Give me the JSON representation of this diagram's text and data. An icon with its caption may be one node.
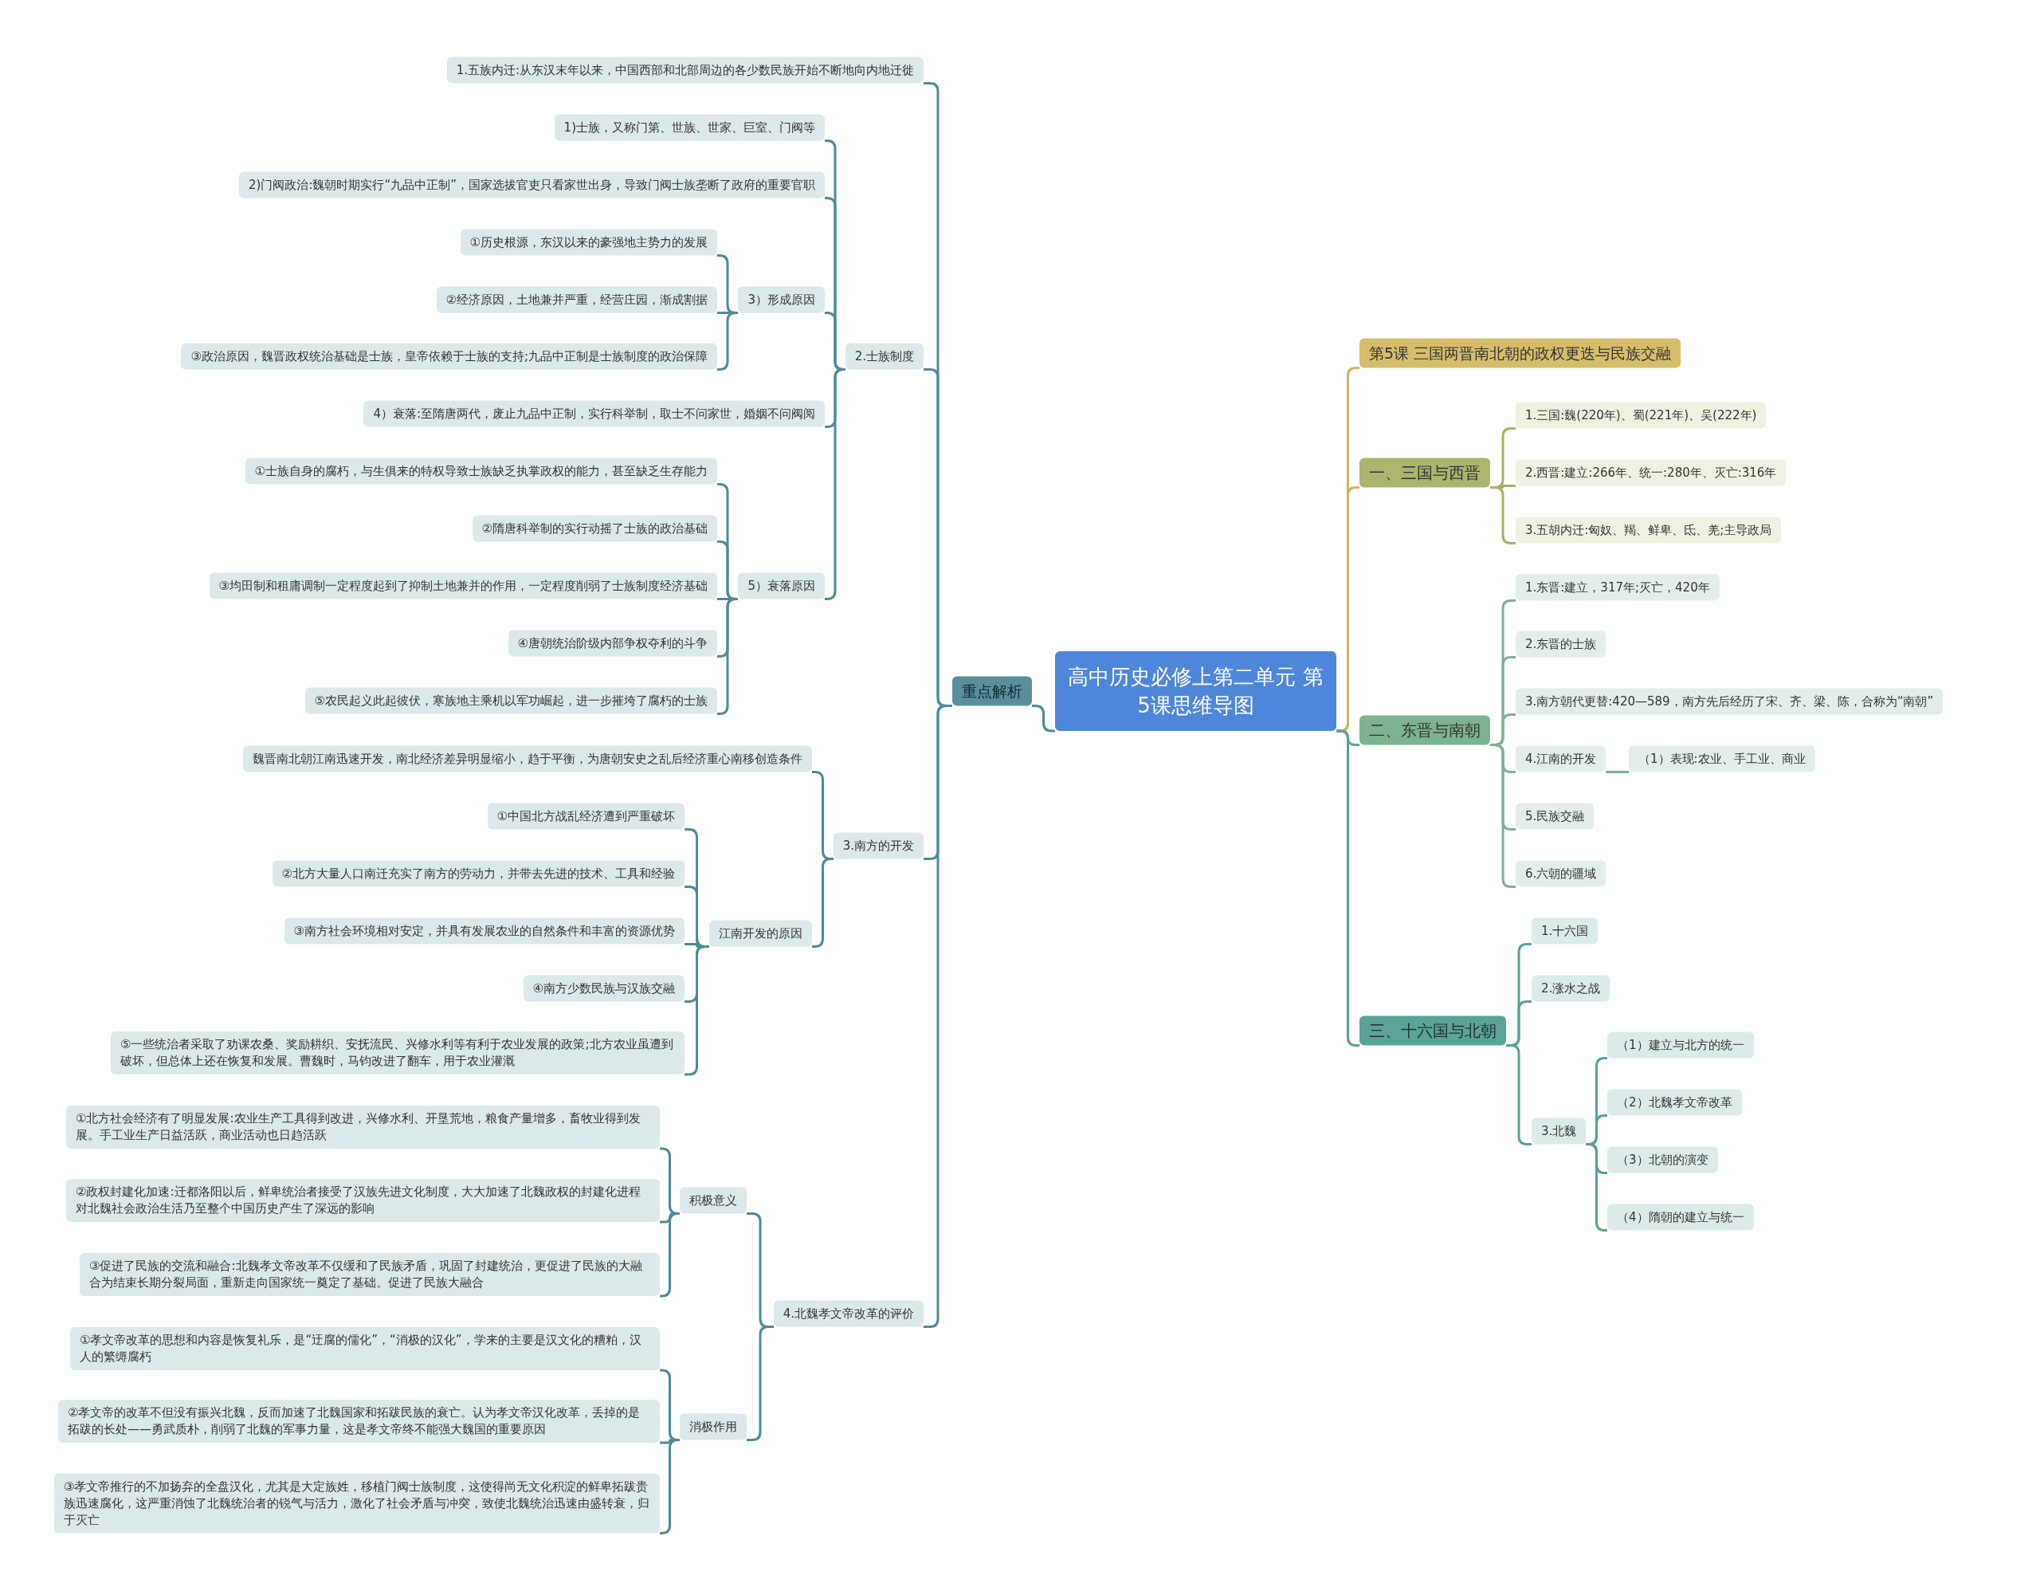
{
  "diagram": {
    "nodes": [
      {
        "text": [
          "高中历史必修上第二单元 第5课思维导图"
        ]
      },
      {
        "text": [
          "重点解析"
        ]
      },
      {
        "text": [
          "1.五族内迁:从东汉末年以来，中国西部和北部周边的各少数民族开始不断地向内地迁徙"
        ]
      },
      {
        "text": [
          "2.士族制度"
        ]
      },
      {
        "text": [
          "1)士族，又称门第、世族、世家、巨室、门阀等"
        ]
      },
      {
        "text": [
          "2)门阀政治:魏朝时期实行“九品中正制”，国家选拔官吏只看家世出身，导致门阀士族垄断了政府的重要官职"
        ]
      },
      {
        "text": [
          "3）形成原因"
        ]
      },
      {
        "text": [
          "①历史根源，东汉以来的豪强地主势力的发展"
        ]
      },
      {
        "text": [
          "②经济原因，土地兼并严重，经营庄园，渐成割据"
        ]
      },
      {
        "text": [
          "③政治原因，魏晋政权统治基础是士族，皇帝依赖于士族的支持;九品中正制是士族制度的政治保障"
        ]
      },
      {
        "text": [
          "4）衰落:至隋唐两代，废止九品中正制，实行科举制，取士不问家世，婚姻不问阀阅"
        ]
      },
      {
        "text": [
          "5）衰落原因"
        ]
      },
      {
        "text": [
          "①士族自身的腐朽，与生俱来的特权导致士族缺乏执掌政权的能力，甚至缺乏生存能力"
        ]
      },
      {
        "text": [
          "②隋唐科举制的实行动摇了士族的政治基础"
        ]
      },
      {
        "text": [
          "③均田制和租庸调制一定程度起到了抑制土地兼并的作用，一定程度削弱了士族制度经济基础"
        ]
      },
      {
        "text": [
          "④唐朝统治阶级内部争权夺利的斗争"
        ]
      },
      {
        "text": [
          "⑤农民起义此起彼伏，寒族地主乘机以军功崛起，进一步摧垮了腐朽的士族"
        ]
      },
      {
        "text": [
          "3.南方的开发"
        ]
      },
      {
        "text": [
          "魏晋南北朝江南迅速开发，南北经济差异明显缩小，趋于平衡，为唐朝安史之乱后经济重心南移创造条件"
        ]
      },
      {
        "text": [
          "江南开发的原因"
        ]
      },
      {
        "text": [
          "①中国北方战乱经济遭到严重破坏"
        ]
      },
      {
        "text": [
          "②北方大量人口南迁充实了南方的劳动力，并带去先进的技术、工具和经验"
        ]
      },
      {
        "text": [
          "③南方社会环境相对安定，并具有发展农业的自然条件和丰富的资源优势"
        ]
      },
      {
        "text": [
          "④南方少数民族与汉族交融"
        ]
      },
      {
        "text": [
          "⑤一些统治者采取了劝课农桑、奖励耕织、安抚流民、兴修水利等有利于农业发展的政策;北方农业虽遭到破坏，但总体上还在恢复和发展。曹魏时，马钧改进了翻车，用于农业灌溉"
        ]
      },
      {
        "text": [
          "4.北魏孝文帝改革的评价"
        ]
      },
      {
        "text": [
          "积极意义"
        ]
      },
      {
        "text": [
          "①北方社会经济有了明显发展:农业生产工具得到改进，兴修水利、开垦荒地，粮食产量增多，畜牧业得到发展。手工业生产日益活跃，商业活动也日趋活跃"
        ]
      },
      {
        "text": [
          "②政权封建化加速:迁都洛阳以后，鲜卑统治者接受了汉族先进文化制度，大大加速了北魏政权的封建化进程对北魏社会政治生活乃至整个中国历史产生了深远的影响"
        ]
      },
      {
        "text": [
          "③促进了民族的交流和融合:北魏孝文帝改革不仅缓和了民族矛盾，巩固了封建统治，更促进了民族的大融合为结束长期分裂局面，重新走向国家统一奠定了基础。促进了民族大融合"
        ]
      },
      {
        "text": [
          "消极作用"
        ]
      },
      {
        "text": [
          "①孝文帝改革的思想和内容是恢复礼乐，是“迂腐的儒化”，“消极的汉化”，学来的主要是汉文化的糟粕，汉人的繁缛腐朽"
        ]
      },
      {
        "text": [
          "②孝文帝的改革不但没有振兴北魏，反而加速了北魏国家和拓跋民族的衰亡。认为孝文帝汉化改革，丢掉的是拓跋的长处——勇武质朴，削弱了北魏的军事力量，这是孝文帝终不能强大魏国的重要原因"
        ]
      },
      {
        "text": [
          "③孝文帝推行的不加扬弃的全盘汉化，尤其是大定族姓，移植门阀士族制度，这使得尚无文化积淀的鲜卑拓跋贵族迅速腐化，这严重消蚀了北魏统治者的锐气与活力，激化了社会矛盾与冲突，致使北魏统治迅速由盛转衰，归于灭亡"
        ]
      },
      {
        "text": [
          "第5课  三国两晋南北朝的政权更迭与民族交融"
        ]
      },
      {
        "text": [
          "一、三国与西晋"
        ]
      },
      {
        "text": [
          "1.三国:魏(220年)、蜀(221年)、吴(222年)"
        ]
      },
      {
        "text": [
          "2.西晋:建立:266年、统一:280年、灭亡:316年"
        ]
      },
      {
        "text": [
          "3.五胡内迁:匈奴、羯、鲜卑、氐、羌;主导政局"
        ]
      },
      {
        "text": [
          "二、东晋与南朝"
        ]
      },
      {
        "text": [
          "1.东晋:建立，317年;灭亡，420年"
        ]
      },
      {
        "text": [
          "2.东晋的士族"
        ]
      },
      {
        "text": [
          "3.南方朝代更替:420—589，南方先后经历了宋、齐、梁、陈，合称为“南朝”"
        ]
      },
      {
        "text": [
          "4.江南的开发"
        ]
      },
      {
        "text": [
          "（1）表现:农业、手工业、商业"
        ]
      },
      {
        "text": [
          "5.民族交融"
        ]
      },
      {
        "text": [
          "6.六朝的疆域"
        ]
      },
      {
        "text": [
          "三、十六国与北朝"
        ]
      },
      {
        "text": [
          "1.十六国"
        ]
      },
      {
        "text": [
          "2.涨水之战"
        ]
      },
      {
        "text": [
          "3.北魏"
        ]
      },
      {
        "text": [
          "（1）建立与北方的统一"
        ]
      },
      {
        "text": [
          "（2）北魏孝文帝改革"
        ]
      },
      {
        "text": [
          "（3）北朝的演变"
        ]
      },
      {
        "text": [
          "（4）隋朝的建立与统一"
        ]
      }
    ],
    "edges": [
      {
        "from": 0,
        "to": 1,
        "arrow": "none"
      },
      {
        "from": 1,
        "to": 2,
        "arrow": "none"
      },
      {
        "from": 1,
        "to": 3,
        "arrow": "none"
      },
      {
        "from": 3,
        "to": 4,
        "arrow": "none"
      },
      {
        "from": 3,
        "to": 5,
        "arrow": "none"
      },
      {
        "from": 3,
        "to": 6,
        "arrow": "none"
      },
      {
        "from": 6,
        "to": 7,
        "arrow": "none"
      },
      {
        "from": 6,
        "to": 8,
        "arrow": "none"
      },
      {
        "from": 6,
        "to": 9,
        "arrow": "none"
      },
      {
        "from": 3,
        "to": 10,
        "arrow": "none"
      },
      {
        "from": 3,
        "to": 11,
        "arrow": "none"
      },
      {
        "from": 11,
        "to": 12,
        "arrow": "none"
      },
      {
        "from": 11,
        "to": 13,
        "arrow": "none"
      },
      {
        "from": 11,
        "to": 14,
        "arrow": "none"
      },
      {
        "from": 11,
        "to": 15,
        "arrow": "none"
      },
      {
        "from": 11,
        "to": 16,
        "arrow": "none"
      },
      {
        "from": 1,
        "to": 17,
        "arrow": "none"
      },
      {
        "from": 17,
        "to": 18,
        "arrow": "none"
      },
      {
        "from": 17,
        "to": 19,
        "arrow": "none"
      },
      {
        "from": 19,
        "to": 20,
        "arrow": "none"
      },
      {
        "from": 19,
        "to": 21,
        "arrow": "none"
      },
      {
        "from": 19,
        "to": 22,
        "arrow": "none"
      },
      {
        "from": 19,
        "to": 23,
        "arrow": "none"
      },
      {
        "from": 19,
        "to": 24,
        "arrow": "none"
      },
      {
        "from": 1,
        "to": 25,
        "arrow": "none"
      },
      {
        "from": 25,
        "to": 26,
        "arrow": "none"
      },
      {
        "from": 26,
        "to": 27,
        "arrow": "none"
      },
      {
        "from": 26,
        "to": 28,
        "arrow": "none"
      },
      {
        "from": 26,
        "to": 29,
        "arrow": "none"
      },
      {
        "from": 25,
        "to": 30,
        "arrow": "none"
      },
      {
        "from": 30,
        "to": 31,
        "arrow": "none"
      },
      {
        "from": 30,
        "to": 32,
        "arrow": "none"
      },
      {
        "from": 30,
        "to": 33,
        "arrow": "none"
      },
      {
        "from": 0,
        "to": 34,
        "arrow": "none",
        "color": "#c9b560"
      },
      {
        "from": 0,
        "to": 35,
        "arrow": "none",
        "color": "#c9b560"
      },
      {
        "from": 35,
        "to": 36,
        "arrow": "none",
        "color": "#a9ae68"
      },
      {
        "from": 35,
        "to": 37,
        "arrow": "none",
        "color": "#a9ae68"
      },
      {
        "from": 35,
        "to": 38,
        "arrow": "none",
        "color": "#a9ae68"
      },
      {
        "from": 0,
        "to": 39,
        "arrow": "none",
        "color": "#5fa08c"
      },
      {
        "from": 39,
        "to": 40,
        "arrow": "none",
        "color": "#7fae92"
      },
      {
        "from": 39,
        "to": 41,
        "arrow": "none",
        "color": "#7fae92"
      },
      {
        "from": 39,
        "to": 42,
        "arrow": "none",
        "color": "#7fae92"
      },
      {
        "from": 39,
        "to": 43,
        "arrow": "none",
        "color": "#7fae92"
      },
      {
        "from": 43,
        "to": 44,
        "arrow": "none",
        "color": "#7fae92"
      },
      {
        "from": 39,
        "to": 45,
        "arrow": "none",
        "color": "#7fae92"
      },
      {
        "from": 39,
        "to": 46,
        "arrow": "none",
        "color": "#7fae92"
      },
      {
        "from": 0,
        "to": 47,
        "arrow": "none",
        "color": "#5a9f94"
      },
      {
        "from": 47,
        "to": 48,
        "arrow": "none",
        "color": "#5a9f94"
      },
      {
        "from": 47,
        "to": 49,
        "arrow": "none",
        "color": "#5a9f94"
      },
      {
        "from": 47,
        "to": 50,
        "arrow": "none",
        "color": "#5a9f94"
      },
      {
        "from": 50,
        "to": 51,
        "arrow": "none",
        "color": "#5a9f94"
      },
      {
        "from": 50,
        "to": 52,
        "arrow": "none",
        "color": "#5a9f94"
      },
      {
        "from": 50,
        "to": 53,
        "arrow": "none",
        "color": "#5a9f94"
      },
      {
        "from": 50,
        "to": 54,
        "arrow": "none",
        "color": "#5a9f94"
      }
    ]
  }
}
